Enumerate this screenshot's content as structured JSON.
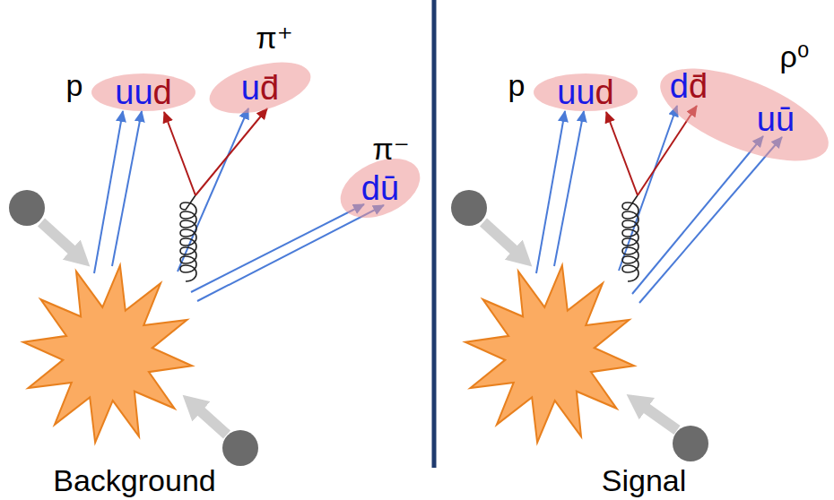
{
  "diagram": {
    "nodes": [
      {
        "text": [
          "uud"
        ]
      },
      {
        "text": [
          "ud̄"
        ]
      },
      {
        "text": [
          "dū"
        ]
      },
      {
        "text": [
          "uud"
        ]
      },
      {
        "text": [
          "dd̄",
          "uū"
        ]
      }
    ],
    "labels": [
      "p",
      "π⁺",
      "π⁻",
      "Background",
      "p",
      "ρ⁰",
      "Signal"
    ]
  }
}
